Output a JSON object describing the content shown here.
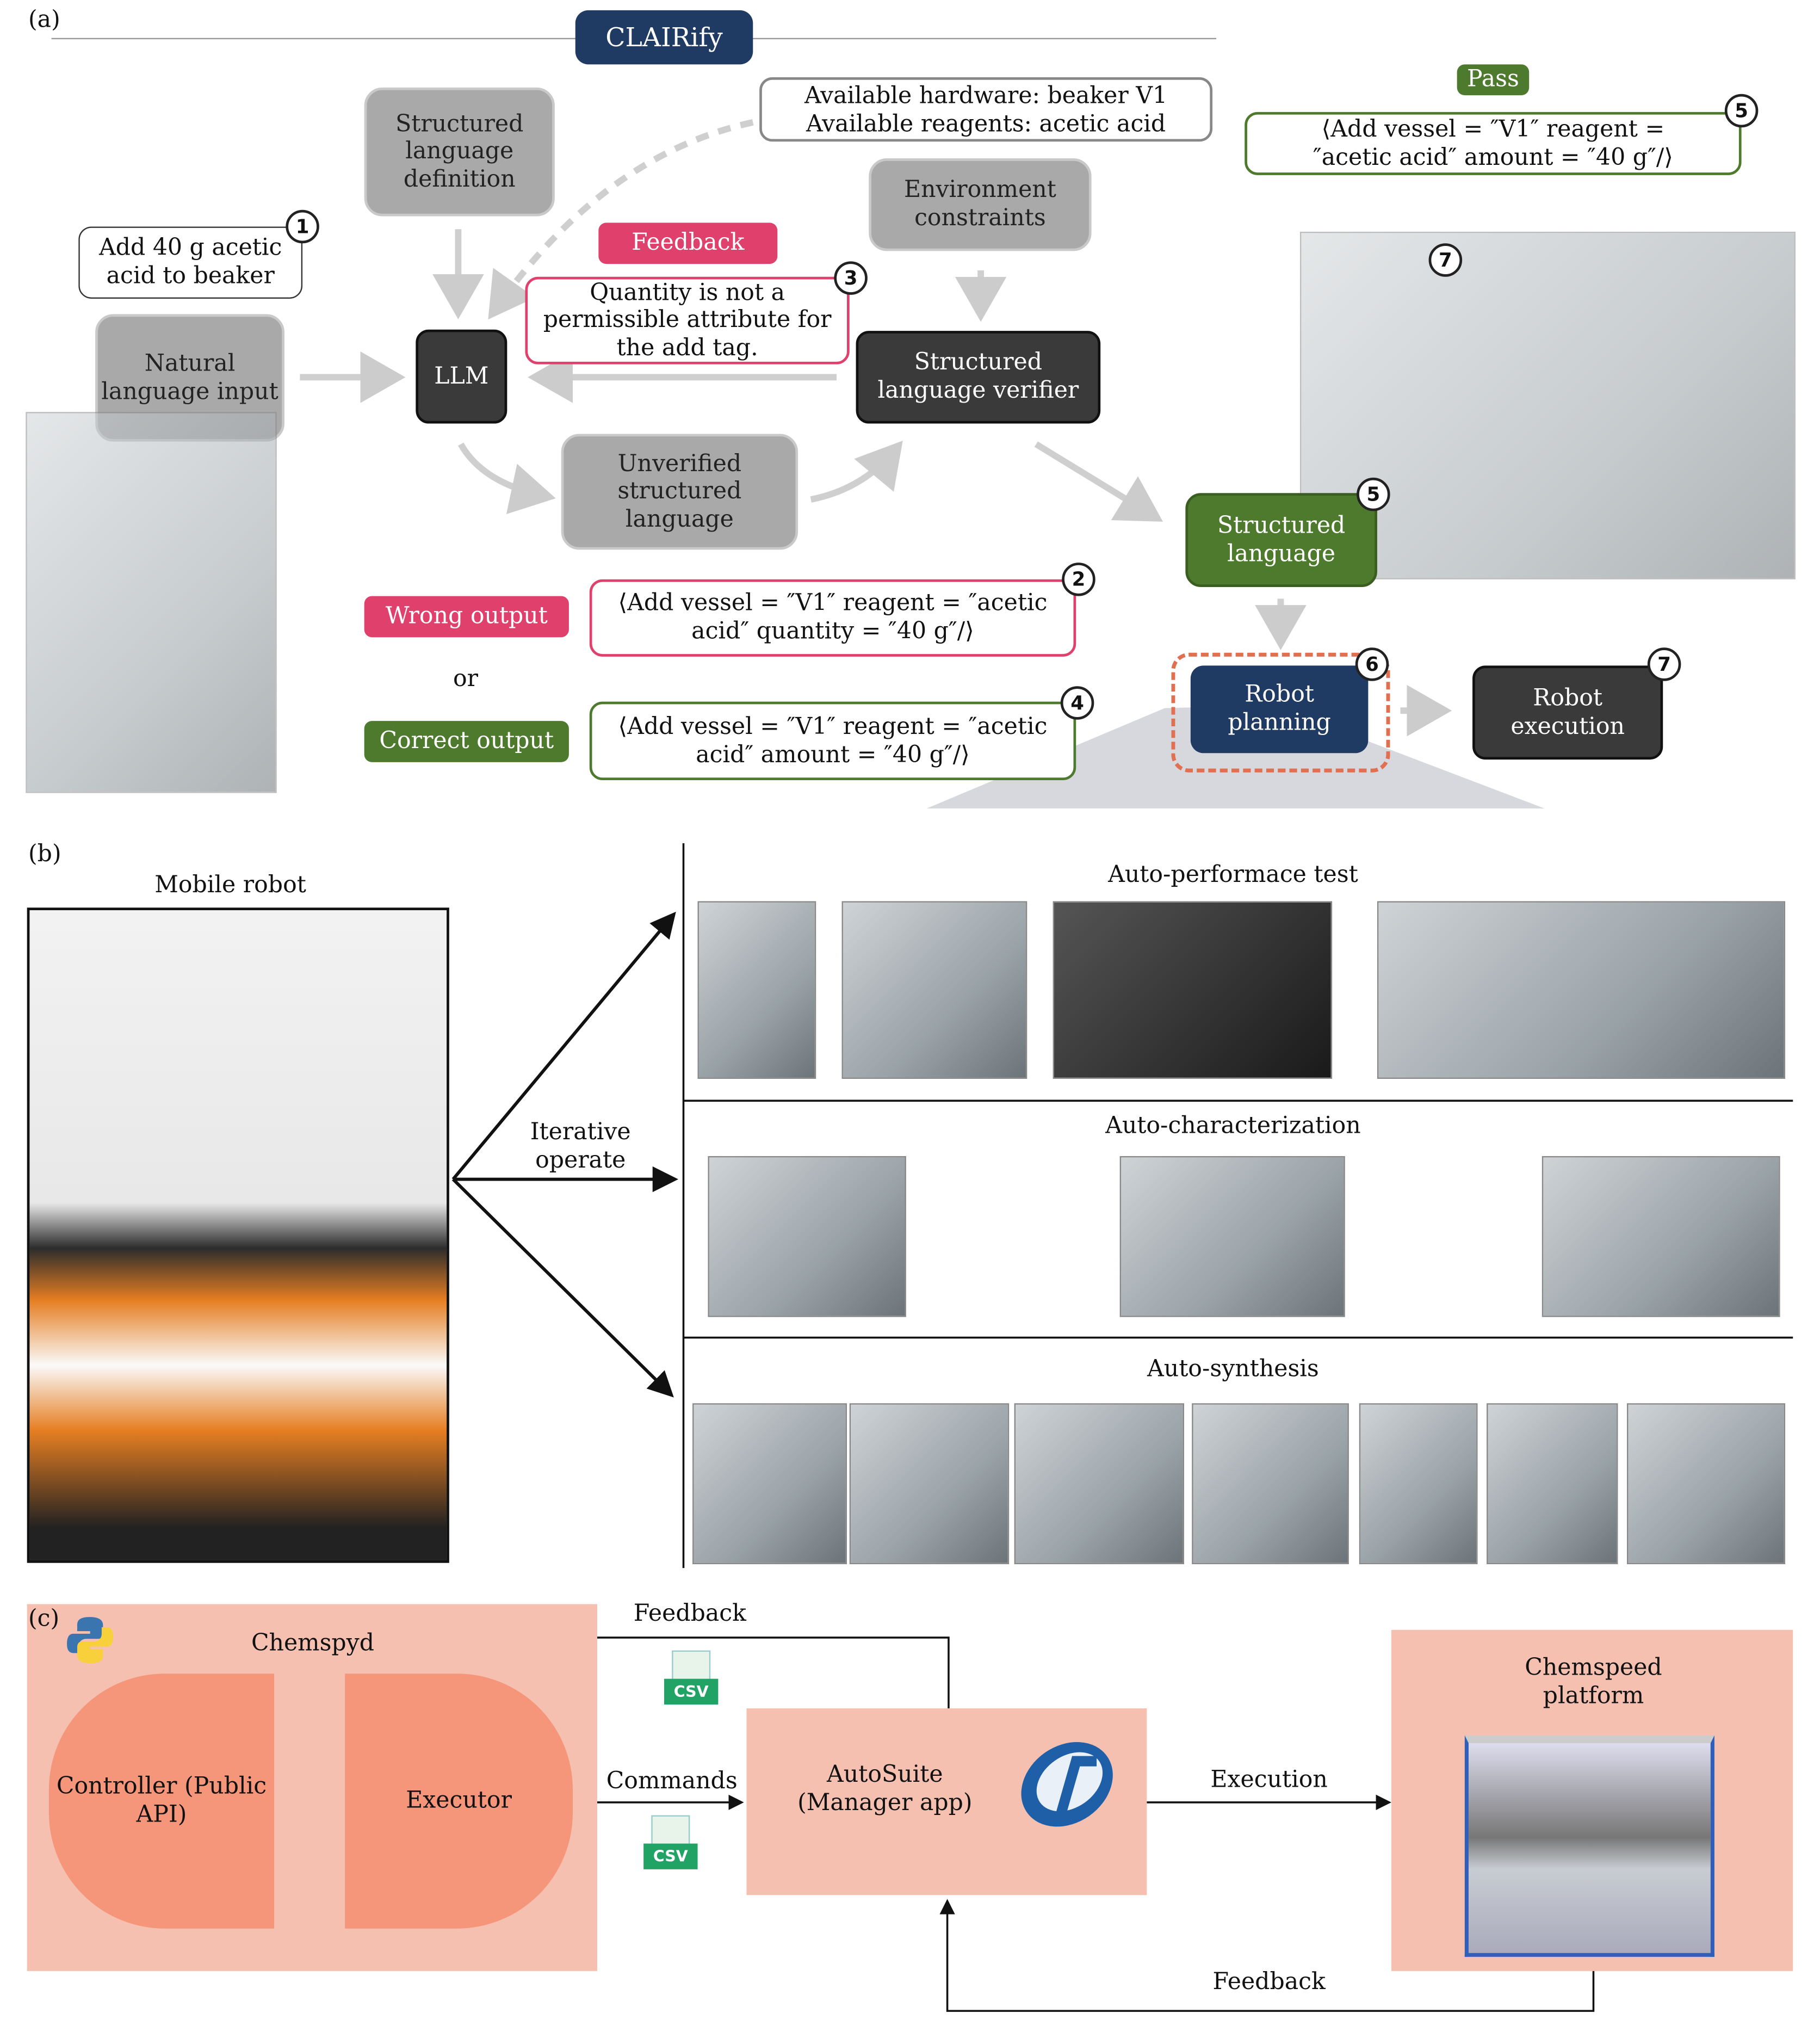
{
  "panel_a": {
    "label": "(a)",
    "title": "CLAIRify",
    "structured_definition": "Structured language definition",
    "hardware": "Available hardware: beaker V1",
    "reagents": "Available reagents: acetic acid",
    "environment": "Environment constraints",
    "pass": "Pass",
    "pass_text": "⟨Add vessel = ″V1″ reagent = ″acetic acid″ amount = ″40 g″/⟩",
    "nl_text": "Add 40 g acetic acid to beaker",
    "nl_input": "Natural language input",
    "feedback": "Feedback",
    "feedback_text": "Quantity is not a permissible attribute for the add tag.",
    "llm": "LLM",
    "verifier": "Structured language verifier",
    "unverified": "Unverified structured language",
    "structured": "Structured language",
    "wrong": "Wrong output",
    "wrong_text": "⟨Add vessel = ″V1″ reagent = ″acetic acid″ quantity = ″40 g″/⟩",
    "or": "or",
    "correct": "Correct output",
    "correct_text": "⟨Add vessel = ″V1″ reagent = ″acetic acid″ amount = ″40 g″/⟩",
    "planning": "Robot planning",
    "execution": "Robot execution",
    "badges": {
      "b1": "1",
      "b2": "2",
      "b3": "3",
      "b4": "4",
      "b5a": "5",
      "b5b": "5",
      "b6": "6",
      "b7a": "7",
      "b7b": "7"
    },
    "colors": {
      "navy": "#1f3a63",
      "green": "#4d7a2c",
      "pink": "#e0416c",
      "gray": "#a9a9a9",
      "dark": "#3a3a3a",
      "dashed": "#e07050"
    }
  },
  "panel_b": {
    "label": "(b)",
    "mobile_robot": "Mobile robot",
    "iterative": "Iterative operate",
    "perf": "Auto-performace test",
    "char": "Auto-characterization",
    "synth": "Auto-synthesis"
  },
  "panel_c": {
    "label": "(c)",
    "chemspyd": "Chemspyd",
    "controller": "Controller (Public API)",
    "executor": "Executor",
    "feedback_top": "Feedback",
    "csv": "CSV",
    "commands": "Commands",
    "autosuite": "AutoSuite (Manager app)",
    "execution": "Execution",
    "chemspeed": "Chemspeed platform",
    "feedback_bottom": "Feedback",
    "colors": {
      "panel": "#f5c0b0",
      "block": "#f5957a"
    }
  }
}
